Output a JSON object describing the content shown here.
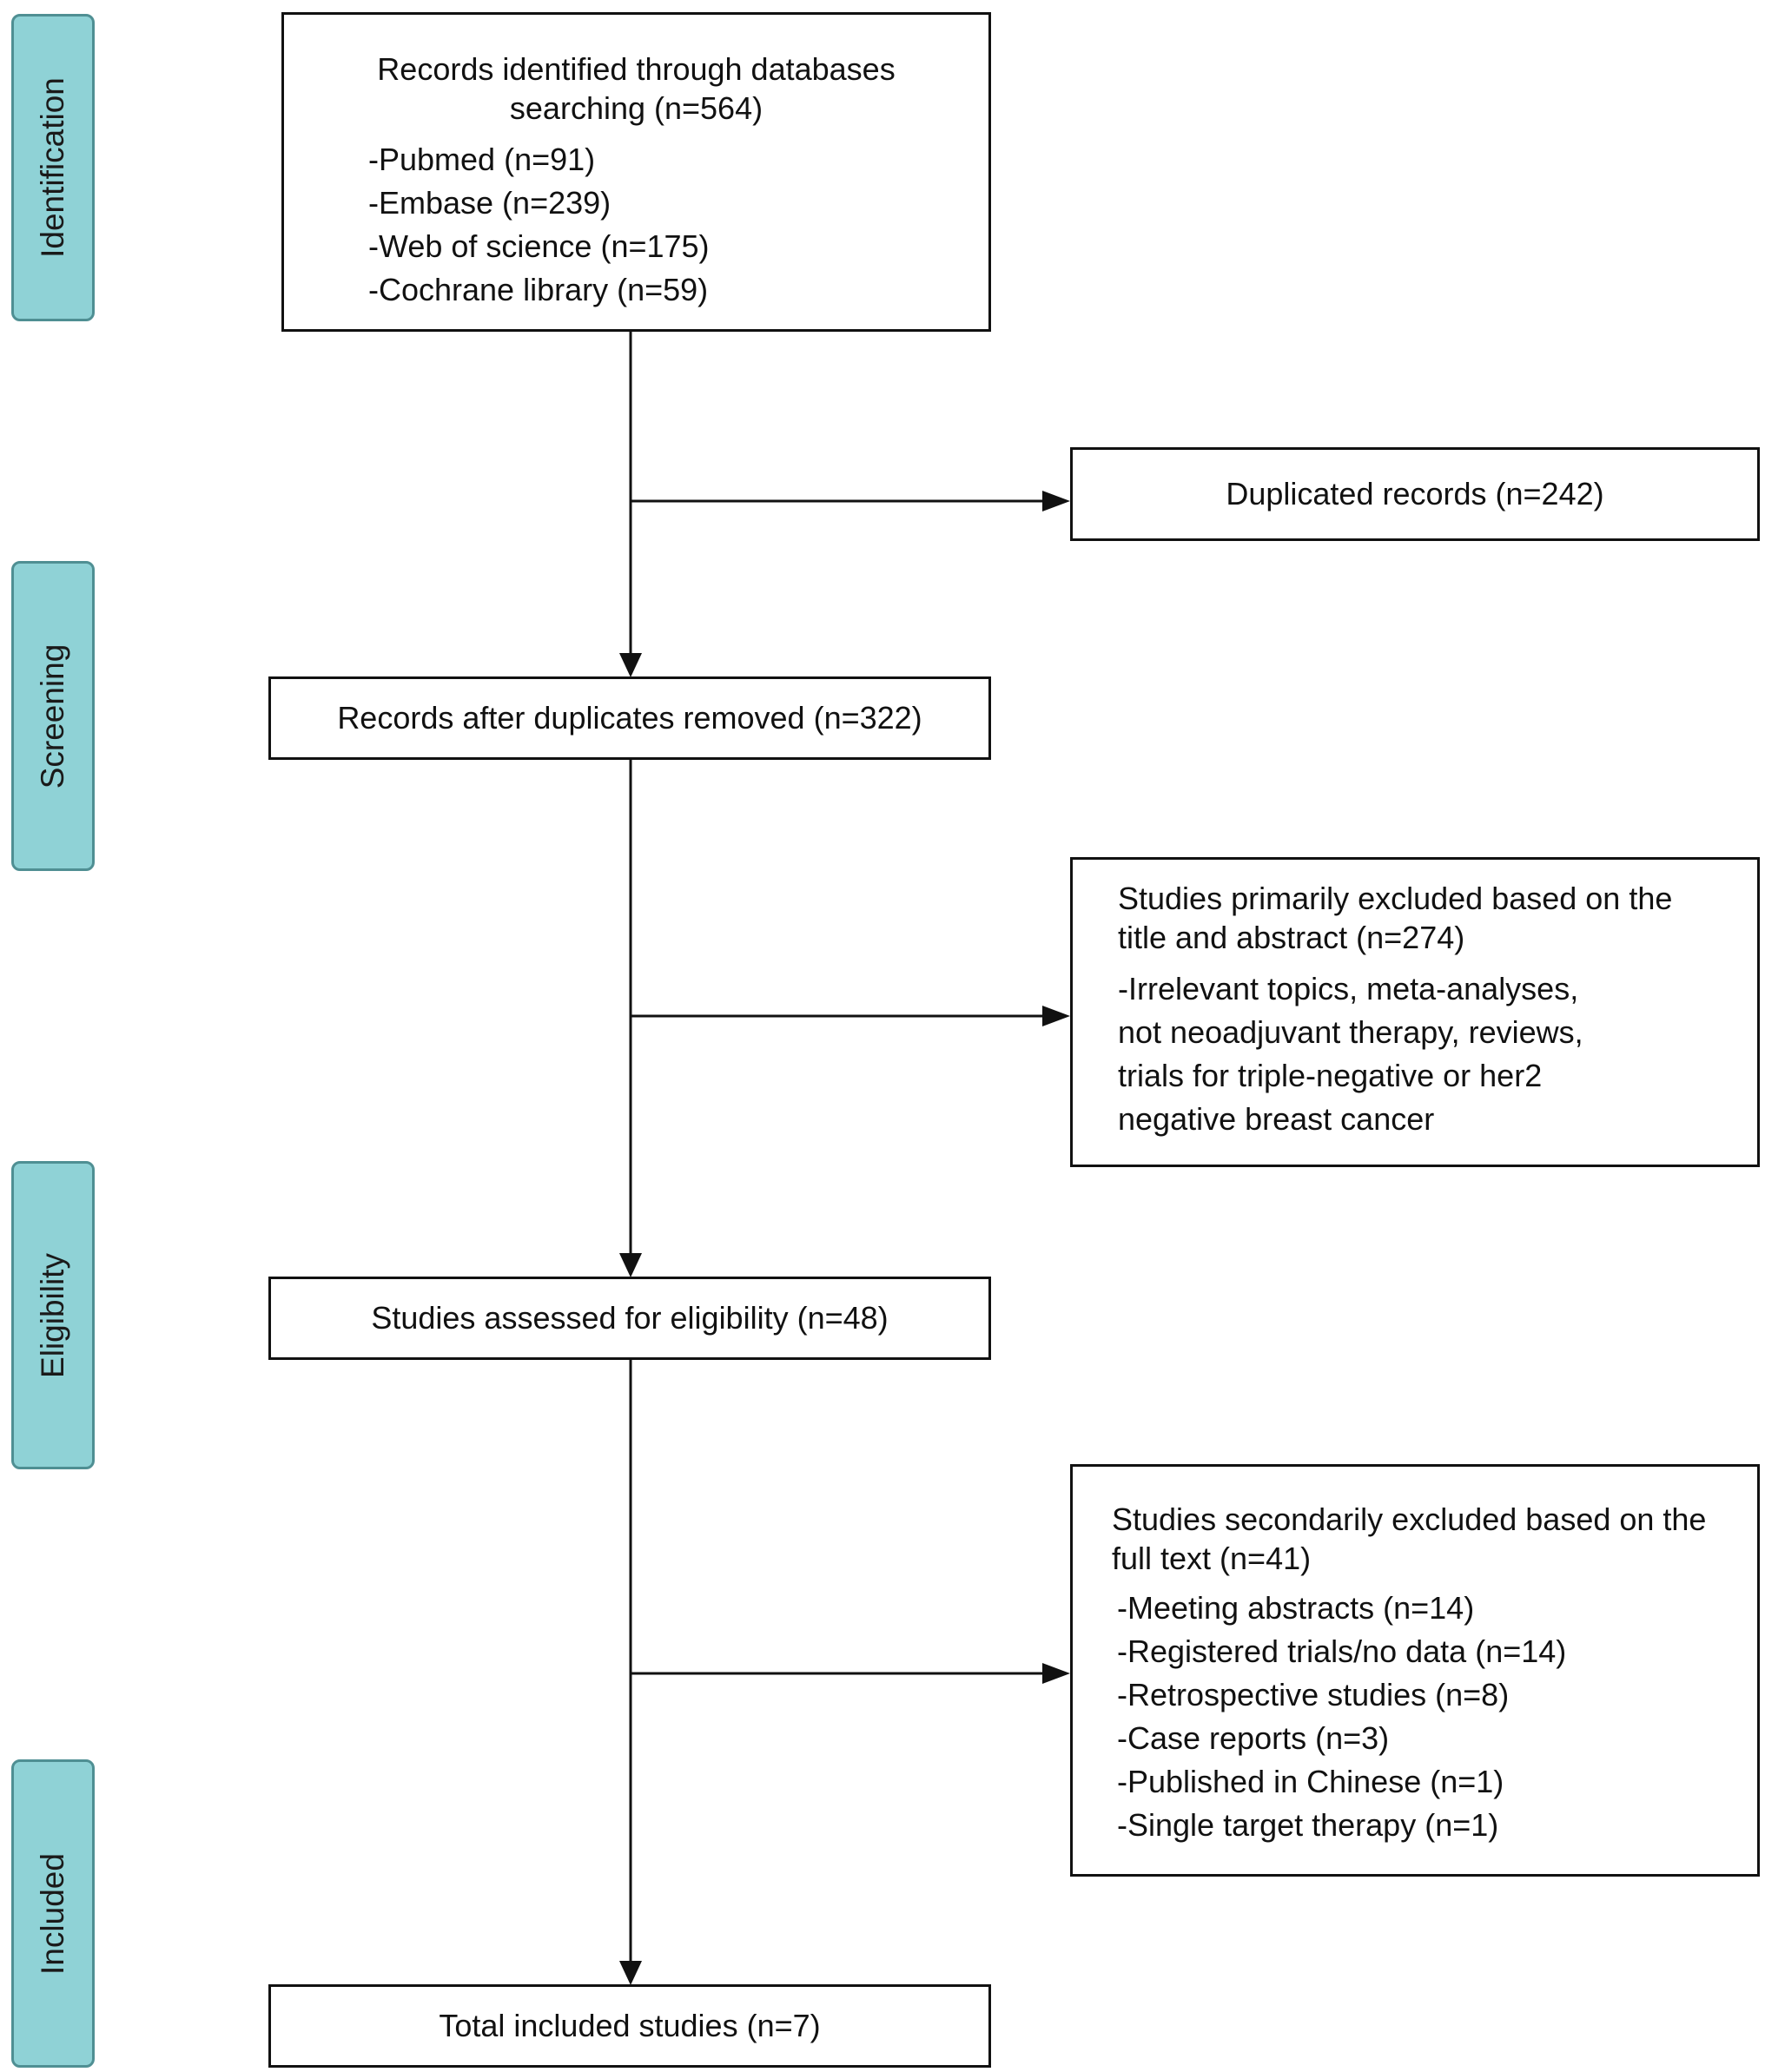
{
  "stages": {
    "identification": "Identification",
    "screening": "Screening",
    "eligibility": "Eligibility",
    "included": "Included"
  },
  "identified": {
    "head_line1": "Records identified through databases",
    "head_line2": "searching (n=564)",
    "sources": [
      "-Pubmed (n=91)",
      "-Embase (n=239)",
      "-Web of science (n=175)",
      "-Cochrane library (n=59)"
    ]
  },
  "duplicates": "Duplicated records (n=242)",
  "after_duplicates": "Records after duplicates removed (n=322)",
  "excluded_primary": {
    "head_line1": "Studies primarily excluded based on the",
    "head_line2": "title and abstract (n=274)",
    "body": "-Irrelevant topics, meta-analyses,\nnot neoadjuvant therapy, reviews,\ntrials for triple-negative or her2\nnegative breast cancer"
  },
  "eligibility": "Studies assessed for eligibility (n=48)",
  "excluded_secondary": {
    "head_line1": "Studies secondarily excluded based on the",
    "head_line2": "full text (n=41)",
    "reasons": [
      "-Meeting abstracts (n=14)",
      "-Registered trials/no data (n=14)",
      "-Retrospective studies (n=8)",
      "-Case reports (n=3)",
      "-Published in Chinese (n=1)",
      "-Single target therapy (n=1)"
    ]
  },
  "included": "Total included studies (n=7)",
  "colors": {
    "stage_fill": "#8fd2d6",
    "stage_border": "#4f8f93",
    "line": "#111111"
  }
}
